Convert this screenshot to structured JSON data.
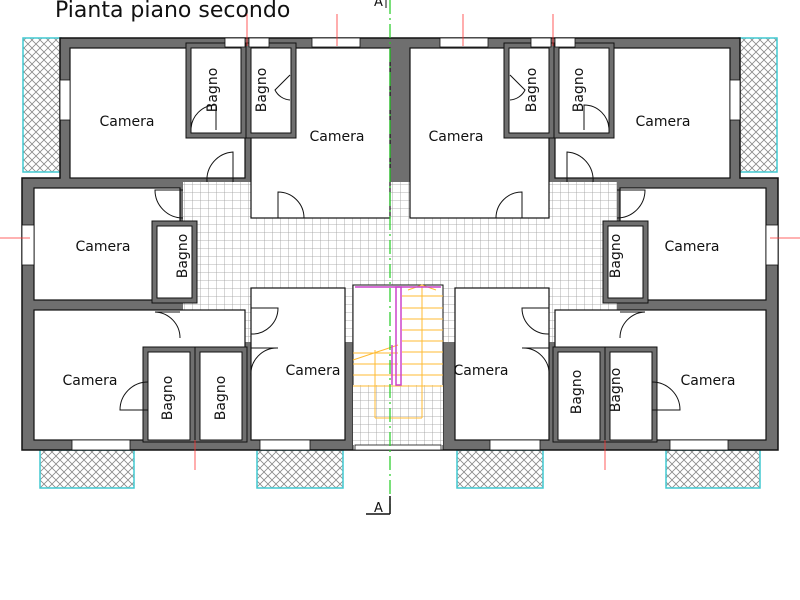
{
  "title": "Pianta piano secondo",
  "section_mark": "A",
  "rooms": {
    "camera": "Camera",
    "bagno": "Bagno"
  },
  "colors": {
    "wall": "#6f6f6f",
    "axis": "#22cc22",
    "guide": "#ff3333",
    "balcony_border": "#40c8d0",
    "stair": "#ffbb33",
    "stair_rail": "#cc44cc"
  }
}
